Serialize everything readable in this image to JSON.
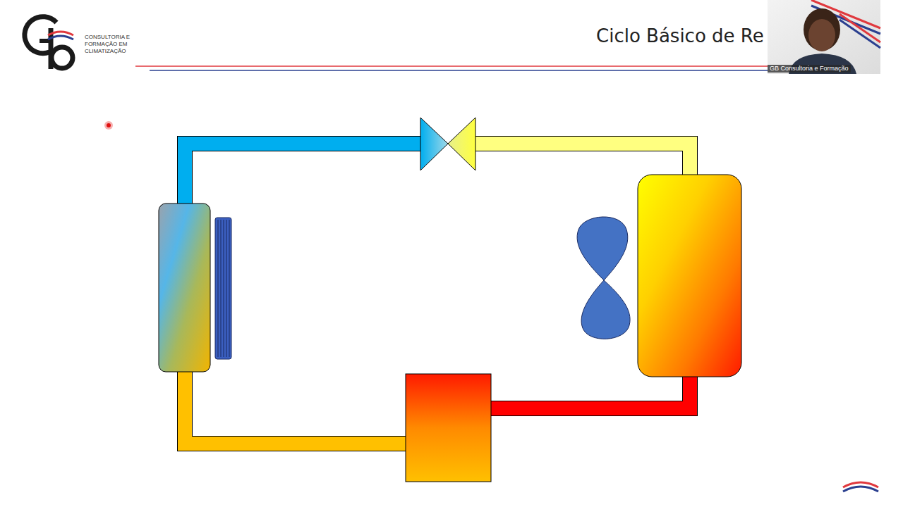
{
  "diagram": {
    "title": "Ciclo Básico de Re",
    "labels": [
      "CONSULTORIA E FORMAÇÃO EM CLIMATIZAÇÃO",
      "GB Consultoria e Formação"
    ]
  }
}
